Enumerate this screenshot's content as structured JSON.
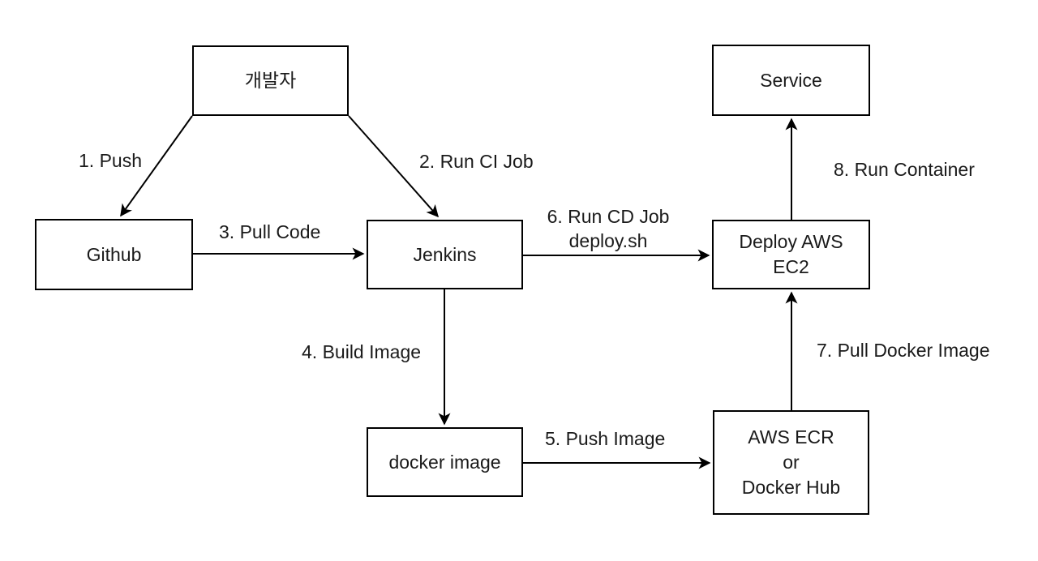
{
  "diagram": {
    "nodes": {
      "developer": {
        "label": "개발자"
      },
      "github": {
        "label": "Github"
      },
      "jenkins": {
        "label": "Jenkins"
      },
      "deploy_ec2": {
        "label": "Deploy AWS\nEC2"
      },
      "service": {
        "label": "Service"
      },
      "docker_image": {
        "label": "docker image"
      },
      "registry": {
        "label": "AWS ECR\nor\nDocker Hub"
      }
    },
    "edges": {
      "push": {
        "label": "1. Push",
        "from": "developer",
        "to": "github"
      },
      "run_ci_job": {
        "label": "2. Run CI Job",
        "from": "developer",
        "to": "jenkins"
      },
      "pull_code": {
        "label": "3. Pull Code",
        "from": "github",
        "to": "jenkins"
      },
      "build_image": {
        "label": "4. Build Image",
        "from": "jenkins",
        "to": "docker_image"
      },
      "push_image": {
        "label": "5. Push Image",
        "from": "docker_image",
        "to": "registry"
      },
      "run_cd_job": {
        "label": "6. Run CD Job\ndeploy.sh",
        "from": "jenkins",
        "to": "deploy_ec2"
      },
      "pull_docker_image": {
        "label": "7. Pull Docker Image",
        "from": "registry",
        "to": "deploy_ec2"
      },
      "run_container": {
        "label": "8. Run Container",
        "from": "deploy_ec2",
        "to": "service"
      }
    },
    "colors": {
      "background": "#ffffff",
      "box_border": "#000000",
      "box_fill": "#ffffff",
      "text": "#1a1a1a",
      "arrow": "#000000"
    }
  }
}
